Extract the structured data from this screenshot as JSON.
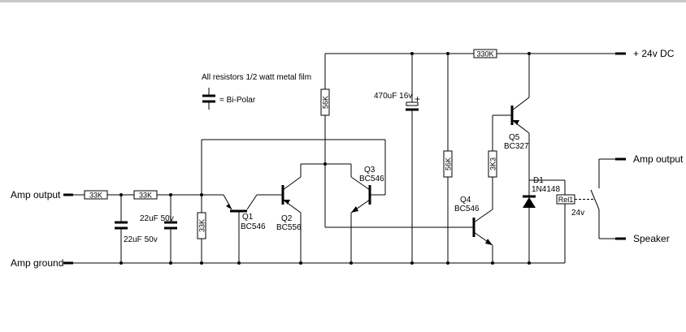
{
  "notes": {
    "resistor_note": "All resistors 1/2 watt metal film",
    "bipolar_legend": "= Bi-Polar"
  },
  "terminals": {
    "amp_output_in": "Amp output",
    "amp_ground": "Amp ground",
    "supply": "+ 24v DC",
    "amp_output_out": "Amp output",
    "speaker": "Speaker"
  },
  "resistors": {
    "r1": "33K",
    "r2": "33K",
    "r3": "33K",
    "r4": "56K",
    "r5": "56K",
    "r6": "3K3",
    "r7": "330K"
  },
  "capacitors": {
    "c1": "22uF 50v",
    "c2": "22uF 50v",
    "c3": "470uF 16v",
    "polarity": "+"
  },
  "transistors": {
    "q1": {
      "ref": "Q1",
      "type": "BC546"
    },
    "q2": {
      "ref": "Q2",
      "type": "BC556"
    },
    "q3": {
      "ref": "Q3",
      "type": "BC546"
    },
    "q4": {
      "ref": "Q4",
      "type": "BC546"
    },
    "q5": {
      "ref": "Q5",
      "type": "BC327"
    }
  },
  "diode": {
    "ref": "D1",
    "type": "1N4148"
  },
  "relay": {
    "ref": "Rel1",
    "voltage": "24v"
  }
}
